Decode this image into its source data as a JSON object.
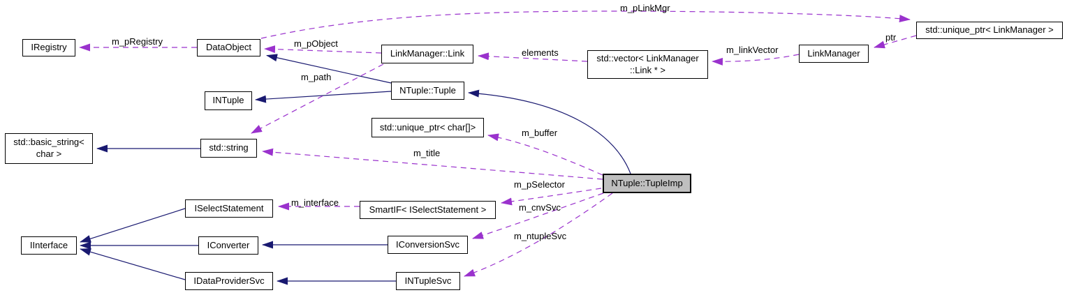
{
  "diagram": {
    "type": "doxygen-collaboration-graph",
    "main_class": "NTuple::TupleImp"
  },
  "nodes": {
    "iregistry": {
      "label": "IRegistry"
    },
    "dataobject": {
      "label": "DataObject"
    },
    "linkmanager_link": {
      "label": "LinkManager::Link"
    },
    "std_vector_link": {
      "label": "std::vector< LinkManager\n::Link * >"
    },
    "linkmanager": {
      "label": "LinkManager"
    },
    "unique_ptr_linkmgr": {
      "label": "std::unique_ptr< LinkManager >"
    },
    "ntuple_tuple": {
      "label": "NTuple::Tuple"
    },
    "intuple": {
      "label": "INTuple"
    },
    "unique_ptr_char": {
      "label": "std::unique_ptr< char[]>"
    },
    "basic_string": {
      "label": "std::basic_string<\nchar >"
    },
    "std_string": {
      "label": "std::string"
    },
    "tupleimp": {
      "label": "NTuple::TupleImp"
    },
    "iselectstatement": {
      "label": "ISelectStatement"
    },
    "smartif": {
      "label": "SmartIF< ISelectStatement >"
    },
    "iinterface": {
      "label": "IInterface"
    },
    "iconverter": {
      "label": "IConverter"
    },
    "iconversionsvc": {
      "label": "IConversionSvc"
    },
    "idataprovidersvc": {
      "label": "IDataProviderSvc"
    },
    "intuplesvc": {
      "label": "INTupleSvc"
    }
  },
  "edge_labels": {
    "m_pregistry": "m_pRegistry",
    "m_pobject": "m_pObject",
    "m_plinkmgr": "m_pLinkMgr",
    "elements": "elements",
    "m_linkvector": "m_linkVector",
    "ptr": "ptr",
    "m_path": "m_path",
    "m_buffer": "m_buffer",
    "m_title": "m_title",
    "m_pselector": "m_pSelector",
    "m_cnvsvc": "m_cnvSvc",
    "m_ntuplesvc": "m_ntupleSvc",
    "m_interface": "m_interface"
  },
  "edges": [
    {
      "from": "DataObject",
      "to": "IRegistry",
      "label": "m_pRegistry",
      "type": "usage"
    },
    {
      "from": "LinkManager::Link",
      "to": "DataObject",
      "label": "m_pObject",
      "type": "usage"
    },
    {
      "from": "DataObject",
      "to": "std::unique_ptr< LinkManager >",
      "label": "m_pLinkMgr",
      "type": "usage"
    },
    {
      "from": "std::vector< LinkManager::Link * >",
      "to": "LinkManager::Link",
      "label": "elements",
      "type": "usage"
    },
    {
      "from": "LinkManager",
      "to": "std::vector< LinkManager::Link * >",
      "label": "m_linkVector",
      "type": "usage"
    },
    {
      "from": "std::unique_ptr< LinkManager >",
      "to": "LinkManager",
      "label": "ptr",
      "type": "usage"
    },
    {
      "from": "LinkManager::Link",
      "to": "std::string",
      "label": "m_path",
      "type": "usage"
    },
    {
      "from": "NTuple::Tuple",
      "to": "DataObject",
      "label": "",
      "type": "inheritance"
    },
    {
      "from": "NTuple::Tuple",
      "to": "INTuple",
      "label": "",
      "type": "inheritance"
    },
    {
      "from": "std::string",
      "to": "std::basic_string< char >",
      "label": "",
      "type": "inheritance"
    },
    {
      "from": "NTuple::TupleImp",
      "to": "NTuple::Tuple",
      "label": "",
      "type": "inheritance"
    },
    {
      "from": "NTuple::TupleImp",
      "to": "std::string",
      "label": "m_title",
      "type": "usage"
    },
    {
      "from": "NTuple::TupleImp",
      "to": "std::unique_ptr< char[]>",
      "label": "m_buffer",
      "type": "usage"
    },
    {
      "from": "NTuple::TupleImp",
      "to": "SmartIF< ISelectStatement >",
      "label": "m_pSelector",
      "type": "usage"
    },
    {
      "from": "NTuple::TupleImp",
      "to": "IConversionSvc",
      "label": "m_cnvSvc",
      "type": "usage"
    },
    {
      "from": "NTuple::TupleImp",
      "to": "INTupleSvc",
      "label": "m_ntupleSvc",
      "type": "usage"
    },
    {
      "from": "SmartIF< ISelectStatement >",
      "to": "ISelectStatement",
      "label": "m_interface",
      "type": "usage"
    },
    {
      "from": "ISelectStatement",
      "to": "IInterface",
      "label": "",
      "type": "inheritance"
    },
    {
      "from": "IConverter",
      "to": "IInterface",
      "label": "",
      "type": "inheritance"
    },
    {
      "from": "IDataProviderSvc",
      "to": "IInterface",
      "label": "",
      "type": "inheritance"
    },
    {
      "from": "IConversionSvc",
      "to": "IConverter",
      "label": "",
      "type": "inheritance"
    },
    {
      "from": "INTupleSvc",
      "to": "IDataProviderSvc",
      "label": "",
      "type": "inheritance"
    }
  ],
  "colors": {
    "inheritance_edge": "#191970",
    "usage_edge": "#9a32cd",
    "node_border": "#000000",
    "node_fill": "#ffffff",
    "main_node_fill": "#bfbfbf",
    "background": "#ffffff"
  }
}
